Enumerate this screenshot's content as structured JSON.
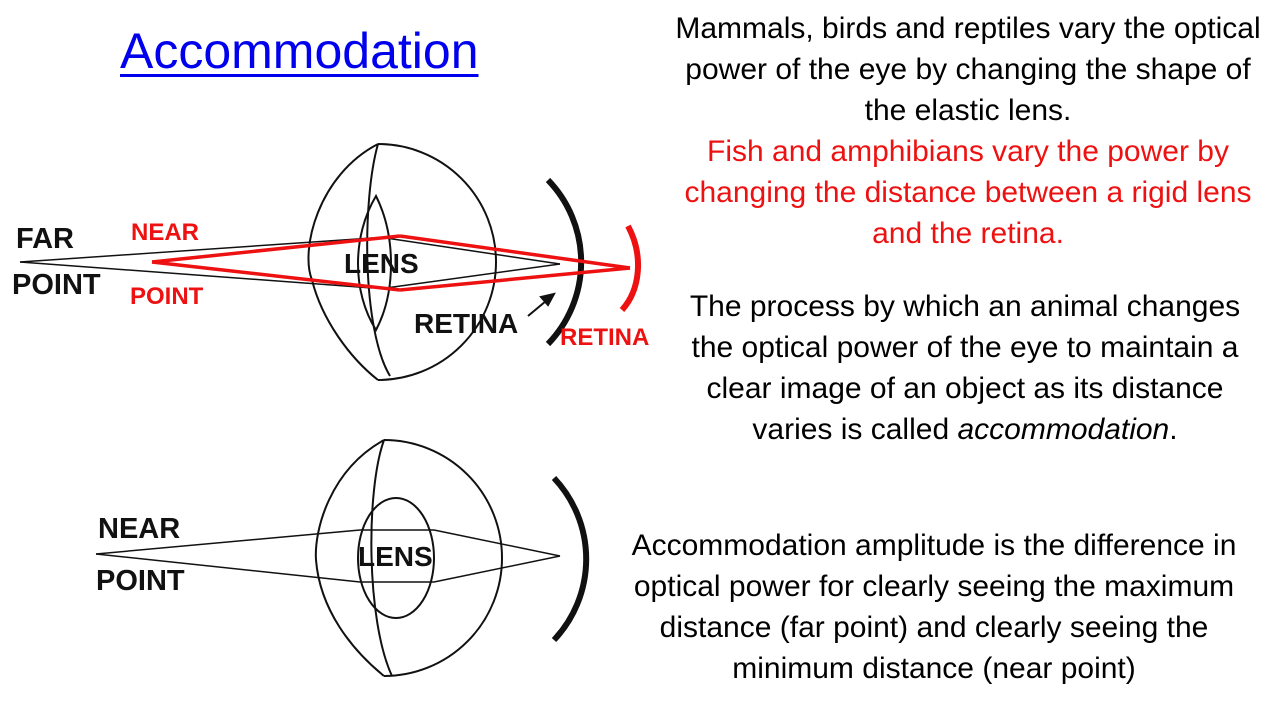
{
  "title": "Accommodation",
  "colors": {
    "title": "#0000ee",
    "highlight": "#ee1111",
    "text": "#000000"
  },
  "para1": {
    "black": "Mammals, birds and reptiles vary the optical power of the eye by changing the shape of the elastic lens.",
    "red": "Fish and amphibians vary the power by changing the distance between a rigid lens and the retina."
  },
  "para2": {
    "before": "The process by which an animal changes the optical power of the eye to maintain a clear image of an object as its distance varies is called ",
    "emph": "accommodation",
    "after": "."
  },
  "para3": "Accommodation amplitude is the difference in optical power for clearly seeing the maximum distance (far point) and clearly seeing the minimum distance (near point)",
  "diagram_top": {
    "far_1": "FAR",
    "far_2": "POINT",
    "near_1": "NEAR",
    "near_2": "POINT",
    "lens": "LENS",
    "retina": "RETINA",
    "retina_red": "RETINA"
  },
  "diagram_bottom": {
    "near_1": "NEAR",
    "near_2": "POINT",
    "lens": "LENS"
  }
}
